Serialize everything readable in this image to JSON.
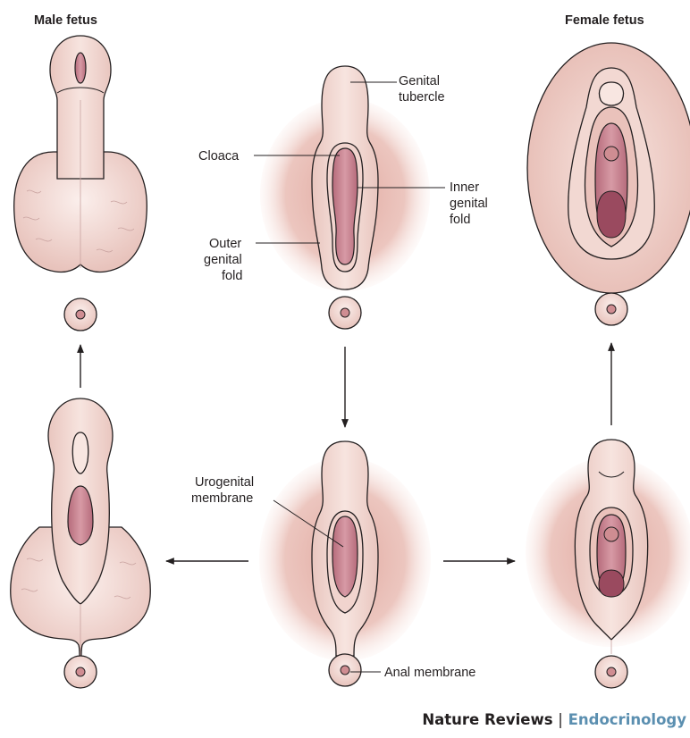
{
  "titles": {
    "male": "Male fetus",
    "female": "Female fetus"
  },
  "labels": {
    "genital_tubercle_1": "Genital",
    "genital_tubercle_2": "tubercle",
    "cloaca": "Cloaca",
    "inner_fold_1": "Inner",
    "inner_fold_2": "genital",
    "inner_fold_3": "fold",
    "outer_fold_1": "Outer",
    "outer_fold_2": "genital",
    "outer_fold_3": "fold",
    "urogenital_1": "Urogenital",
    "urogenital_2": "membrane",
    "anal_membrane": "Anal membrane"
  },
  "credit": {
    "journal": "Nature Reviews",
    "separator": "|",
    "section": "Endocrinology"
  },
  "colors": {
    "skin": "#efd3cc",
    "skin_light": "#f8e6e1",
    "halo": "#e7bcb4",
    "cavity": "#c67f8c",
    "cavity_dark": "#8e3f53",
    "outline": "#231f20",
    "section_blue": "#5b8fb0"
  }
}
